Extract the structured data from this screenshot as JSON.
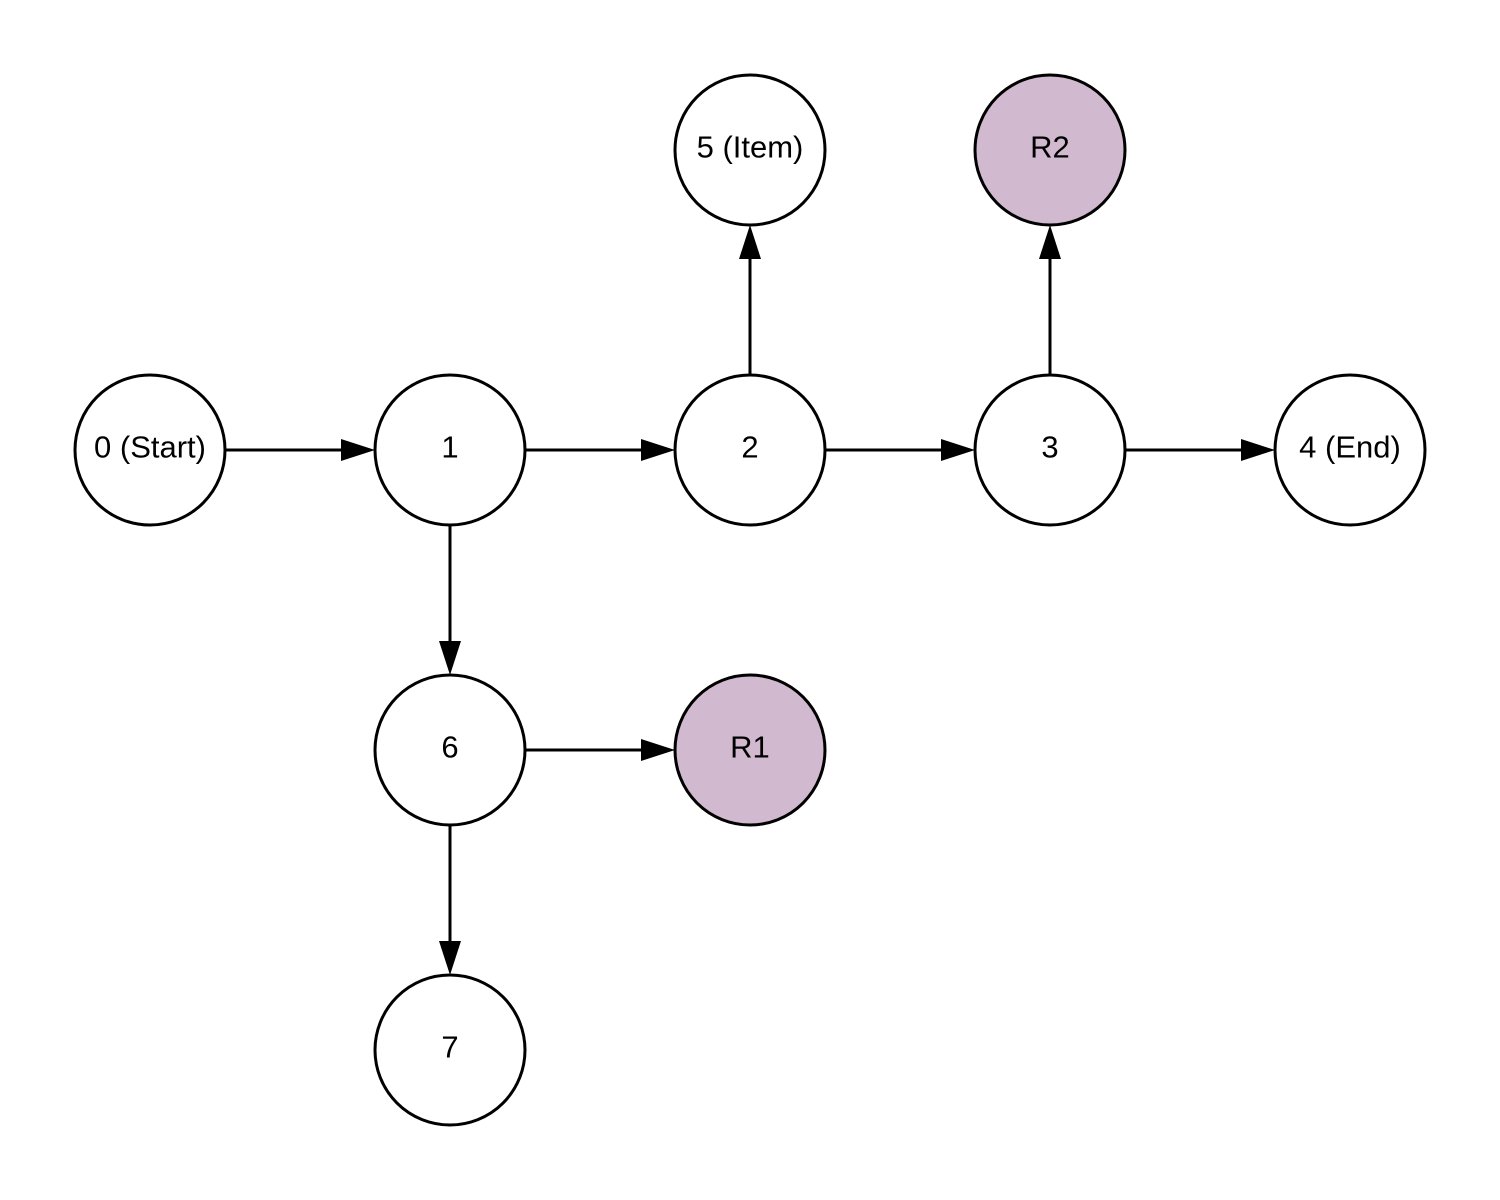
{
  "colors": {
    "default_fill": "#ffffff",
    "highlight_fill": "#d1bacf",
    "stroke": "#000000"
  },
  "nodes": [
    {
      "id": "n0",
      "label": "0 (Start)",
      "highlight": false
    },
    {
      "id": "n1",
      "label": "1",
      "highlight": false
    },
    {
      "id": "n2",
      "label": "2",
      "highlight": false
    },
    {
      "id": "n3",
      "label": "3",
      "highlight": false
    },
    {
      "id": "n4",
      "label": "4 (End)",
      "highlight": false
    },
    {
      "id": "n5",
      "label": "5 (Item)",
      "highlight": false
    },
    {
      "id": "nR2",
      "label": "R2",
      "highlight": true
    },
    {
      "id": "n6",
      "label": "6",
      "highlight": false
    },
    {
      "id": "nR1",
      "label": "R1",
      "highlight": true
    },
    {
      "id": "n7",
      "label": "7",
      "highlight": false
    }
  ],
  "edges": [
    {
      "from": "n0",
      "to": "n1"
    },
    {
      "from": "n1",
      "to": "n2"
    },
    {
      "from": "n2",
      "to": "n3"
    },
    {
      "from": "n3",
      "to": "n4"
    },
    {
      "from": "n2",
      "to": "n5"
    },
    {
      "from": "n3",
      "to": "nR2"
    },
    {
      "from": "n1",
      "to": "n6"
    },
    {
      "from": "n6",
      "to": "nR1"
    },
    {
      "from": "n6",
      "to": "n7"
    }
  ]
}
